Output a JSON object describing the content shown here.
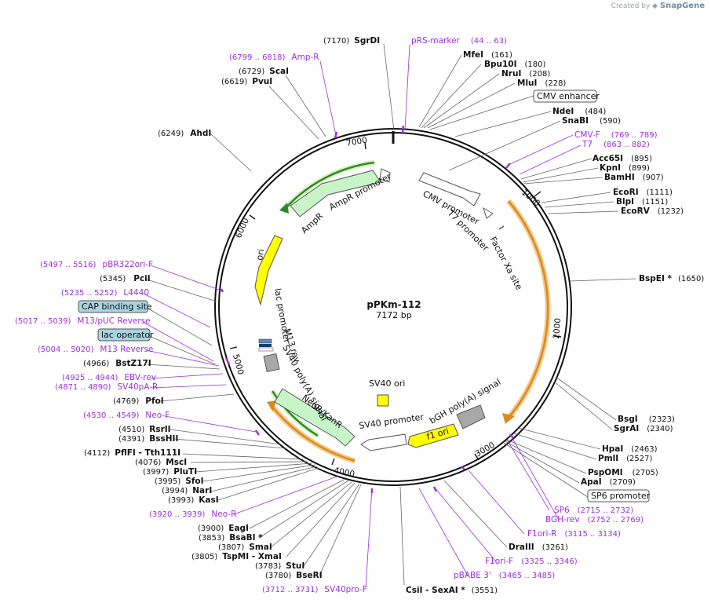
{
  "branding": {
    "prefix": "Created by",
    "name": "SnapGene"
  },
  "plasmid": {
    "name": "pPKm-112",
    "length_label": "7172 bp"
  },
  "colors": {
    "primer": "#9b30d9",
    "ampr": "#c8f5c8",
    "ori": "#ffff00",
    "orf": "#f0a030",
    "promoter": "#ffffff",
    "polyA": "#a8a8a8",
    "ori_small": "#ffff00",
    "protein_bind": "#a9d4e0"
  },
  "ticks": [
    "1000",
    "2000",
    "3000",
    "4000",
    "5000",
    "6000",
    "7000"
  ],
  "features": [
    {
      "label": "CMV promoter",
      "icon": "promoter-arrow"
    },
    {
      "label": "T7 promoter",
      "icon": "promoter-arrow"
    },
    {
      "label": "Factor Xa site",
      "icon": "site-mark"
    },
    {
      "label": "SV40 ori",
      "icon": "ori-box"
    },
    {
      "label": "bGH poly(A) signal",
      "icon": "terminator-box"
    },
    {
      "label": "f1 ori",
      "icon": "ori-arrow"
    },
    {
      "label": "SV40 promoter",
      "icon": "promoter-arrow"
    },
    {
      "label": "NeoR/KanR",
      "icon": "orf-arrow"
    },
    {
      "label": "SV40 poly(A) signal",
      "icon": "terminator-box"
    },
    {
      "label": "M13 rev",
      "icon": "primer-mark"
    },
    {
      "label": "lac promoter",
      "icon": "promoter-arrow"
    },
    {
      "label": "ori",
      "icon": "ori-arrow"
    },
    {
      "label": "AmpR",
      "icon": "orf-arrow"
    },
    {
      "label": "AmpR promoter",
      "icon": "promoter-arrow"
    }
  ],
  "boxed_labels": [
    {
      "label": "CMV enhancer"
    },
    {
      "label": "SP6 promoter"
    },
    {
      "label": "CAP binding site"
    },
    {
      "label": "lac operator"
    }
  ],
  "right_sites": [
    {
      "num": "(7170)",
      "name": "SgrDI"
    },
    {
      "name": "MfeI",
      "num": "(161)"
    },
    {
      "name": "Bpu10I",
      "num": "(180)"
    },
    {
      "name": "NruI",
      "num": "(208)"
    },
    {
      "name": "MluI",
      "num": "(228)"
    },
    {
      "name": "NdeI",
      "num": "(484)"
    },
    {
      "name": "SnaBI",
      "num": "(590)"
    },
    {
      "name": "Acc65I",
      "num": "(895)"
    },
    {
      "name": "KpnI",
      "num": "(899)"
    },
    {
      "name": "BamHI",
      "num": "(907)"
    },
    {
      "name": "EcoRI",
      "num": "(1111)"
    },
    {
      "name": "BlpI",
      "num": "(1151)"
    },
    {
      "name": "EcoRV",
      "num": "(1232)"
    },
    {
      "name": "BspEI *",
      "num": "(1650)"
    },
    {
      "name": "BsgI",
      "num": "(2323)"
    },
    {
      "name": "SgrAI",
      "num": "(2340)"
    },
    {
      "name": "HpaI",
      "num": "(2463)"
    },
    {
      "name": "PmlI",
      "num": "(2527)"
    },
    {
      "name": "PspOMI",
      "num": "(2705)"
    },
    {
      "name": "ApaI",
      "num": "(2709)"
    },
    {
      "name": "DraIII",
      "num": "(3261)"
    }
  ],
  "right_primers": [
    {
      "name": "pRS-marker",
      "num": "(44 .. 63)"
    },
    {
      "name": "CMV-F",
      "num": "(769 .. 789)"
    },
    {
      "name": "T7",
      "num": "(863 .. 882)"
    },
    {
      "name": "SP6",
      "num": "(2715 .. 2732)"
    },
    {
      "name": "BGH-rev",
      "num": "(2752 .. 2769)"
    },
    {
      "name": "F1ori-R",
      "num": "(3115 .. 3134)"
    },
    {
      "name": "F1ori-F",
      "num": "(3325 .. 3346)"
    },
    {
      "name": "pBABE 3'",
      "num": "(3465 .. 3485)"
    }
  ],
  "left_sites": [
    {
      "num": "(6729)",
      "name": "ScaI"
    },
    {
      "num": "(6619)",
      "name": "PvuI"
    },
    {
      "num": "(6249)",
      "name": "AhdI"
    },
    {
      "num": "(5345)",
      "name": "PciI"
    },
    {
      "num": "(4966)",
      "name": "BstZ17I"
    },
    {
      "num": "(4769)",
      "name": "PfoI"
    },
    {
      "num": "(4510)",
      "name": "RsrII"
    },
    {
      "num": "(4391)",
      "name": "BssHII"
    },
    {
      "num": "(4112)",
      "name": "PflFI  - Tth111I"
    },
    {
      "num": "(4076)",
      "name": "MscI"
    },
    {
      "num": "(3997)",
      "name": "PluTI"
    },
    {
      "num": "(3995)",
      "name": "SfoI"
    },
    {
      "num": "(3994)",
      "name": "NarI"
    },
    {
      "num": "(3993)",
      "name": "KasI"
    },
    {
      "num": "(3900)",
      "name": "EagI"
    },
    {
      "num": "(3853)",
      "name": "BsaBI *"
    },
    {
      "num": "(3807)",
      "name": "SmaI"
    },
    {
      "num": "(3805)",
      "name": "TspMI   - XmaI"
    },
    {
      "num": "(3783)",
      "name": "StuI"
    },
    {
      "num": "(3780)",
      "name": "BseRI"
    },
    {
      "name": "CsiI   - SexAI *",
      "num": "(3551)"
    }
  ],
  "left_primers": [
    {
      "num": "(6799 .. 6818)",
      "name": "Amp-R"
    },
    {
      "num": "(5497 .. 5516)",
      "name": "pBR322ori-F"
    },
    {
      "num": "(5235 .. 5252)",
      "name": "L4440"
    },
    {
      "num": "(5017 .. 5039)",
      "name": "M13/pUC Reverse"
    },
    {
      "num": "(5004 .. 5020)",
      "name": "M13 Reverse"
    },
    {
      "num": "(4925 .. 4944)",
      "name": "EBV-rev"
    },
    {
      "num": "(4871 .. 4890)",
      "name": "SV40pA-R"
    },
    {
      "num": "(4530 .. 4549)",
      "name": "Neo-F"
    },
    {
      "num": "(3920 .. 3939)",
      "name": "Neo-R"
    },
    {
      "num": "(3712 .. 3731)",
      "name": "SV40pro-F"
    }
  ]
}
